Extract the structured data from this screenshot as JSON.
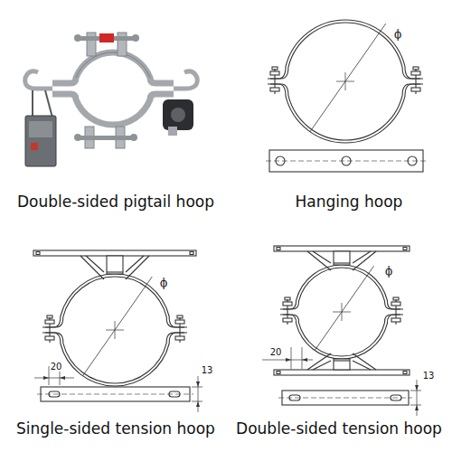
{
  "diagram": {
    "labels": [
      "Double-sided pigtail hoop",
      "Hanging hoop",
      "ϕ",
      "ϕ",
      "20",
      "13",
      "Single-sided tension hoop",
      "ϕ",
      "20",
      "13",
      "Double-sided tension hoop"
    ]
  }
}
